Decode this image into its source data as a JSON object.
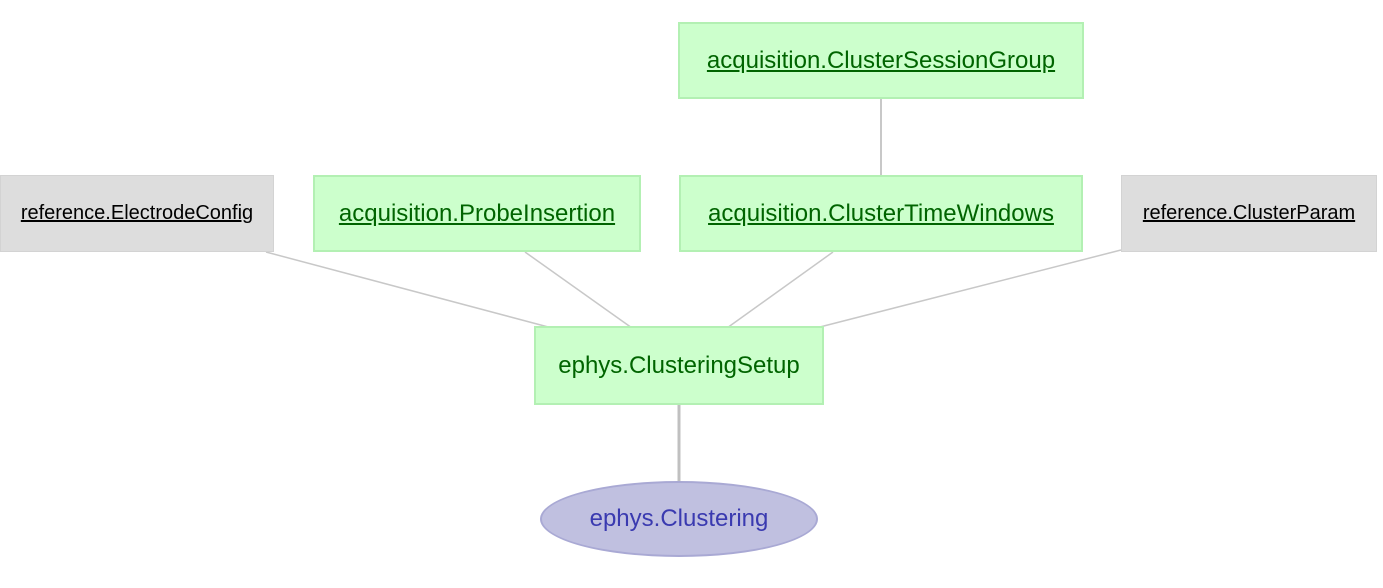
{
  "nodes": {
    "cluster_session_group": "acquisition.ClusterSessionGroup",
    "probe_insertion": "acquisition.ProbeInsertion",
    "cluster_time_windows": "acquisition.ClusterTimeWindows",
    "electrode_config": "reference.ElectrodeConfig",
    "cluster_param": "reference.ClusterParam",
    "clustering_setup": "ephys.ClusteringSetup",
    "clustering": "ephys.Clustering"
  },
  "colors": {
    "manual_fill": "#ccffcc",
    "manual_text": "#006400",
    "lookup_fill": "#dddddd",
    "computed_fill": "#c0c0e0",
    "computed_text": "#3a3ab0",
    "edge": "#c8c8c8"
  }
}
